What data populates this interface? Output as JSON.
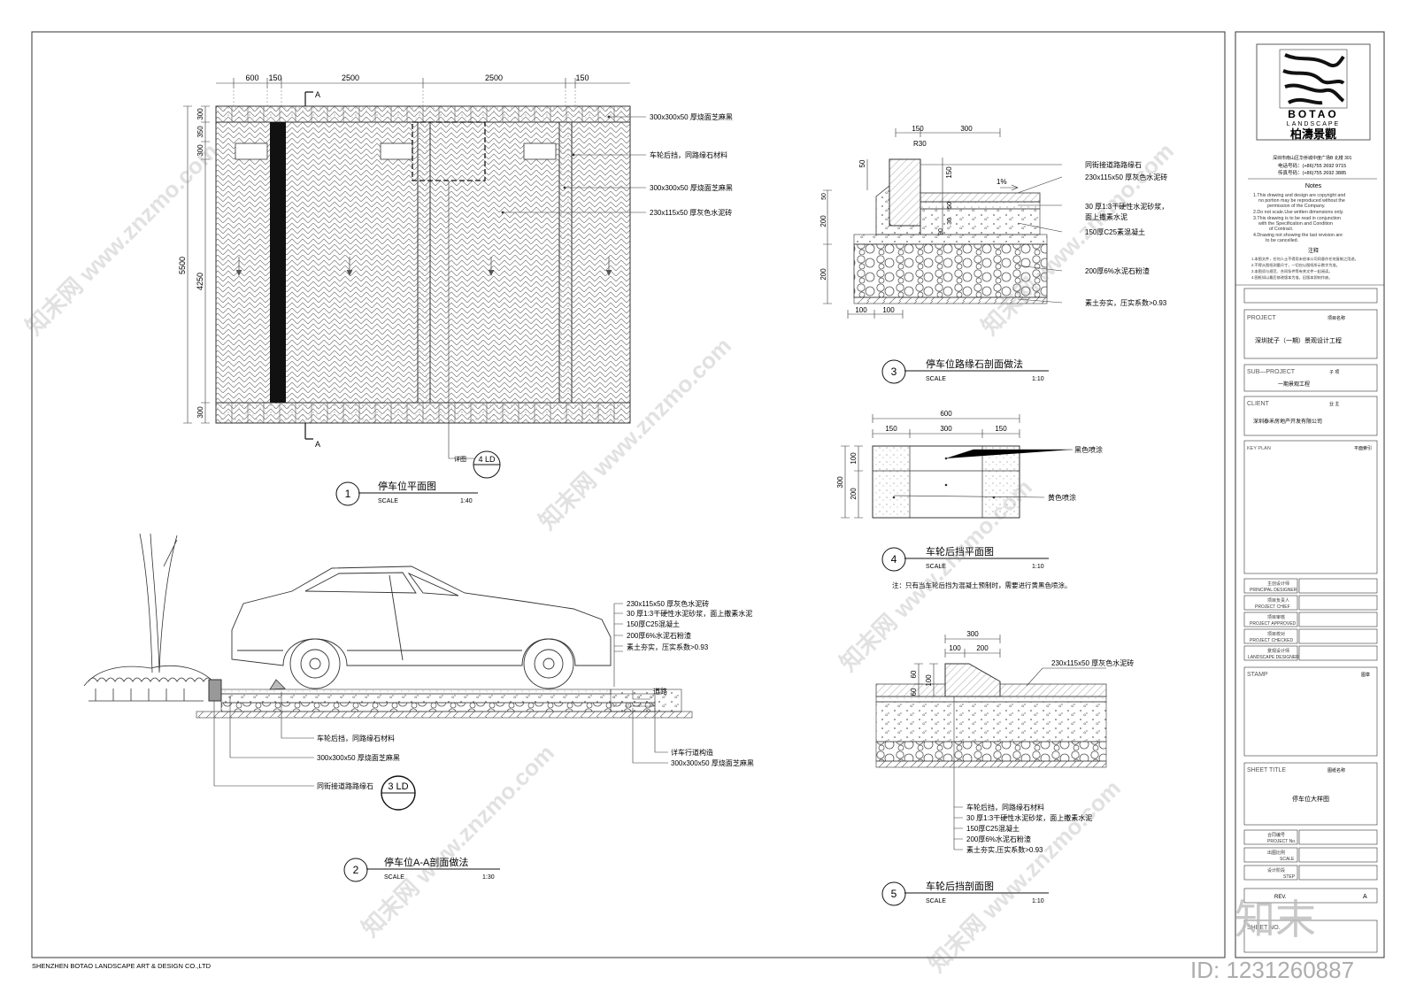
{
  "footer_company": "SHENZHEN BOTAO LANDSCAPE  ART & DESIGN CO.,LTD",
  "watermark": {
    "logo_text": "知末",
    "id": "ID: 1231260887",
    "repeated_text": "知末网 www.znzmo.com"
  },
  "detail1": {
    "number": "1",
    "title": "停车位平面图",
    "scale_label": "SCALE",
    "scale_value": "1:40",
    "dims_top": [
      "600",
      "150",
      "2500",
      "2500",
      "150"
    ],
    "dims_left": [
      "300",
      "350",
      "300",
      "5500",
      "4250",
      "300"
    ],
    "section_mark": "A",
    "callouts": [
      "300x300x50 厚烧面芝麻黑",
      "车轮后挡，同路缘石材料",
      "300x300x50 厚烧面芝麻黑",
      "230x115x50 厚灰色水泥砖"
    ],
    "ref_label": "详图",
    "ref_tag": "4 LD"
  },
  "detail2": {
    "number": "2",
    "title": "停车位A-A剖面做法",
    "scale_label": "SCALE",
    "scale_value": "1:30",
    "layers": [
      "230x115x50 厚灰色水泥砖",
      "30 厚1:3干硬性水泥砂浆，面上撒素水泥",
      "150厚C25混凝土",
      "200厚6%水泥石粉渣",
      "素土夯实，压实系数>0.93"
    ],
    "road_label": "道路",
    "callouts": [
      "车轮后挡，同路缘石材料",
      "300x300x50 厚烧面芝麻黑",
      "同街接道路路缘石",
      "详车行道构造",
      "300x300x50 厚烧面芝麻黑"
    ],
    "ref_tag": "3 LD"
  },
  "detail3": {
    "number": "3",
    "title": "停车位路缘石剖面做法",
    "scale_label": "SCALE",
    "scale_value": "1:10",
    "dims": [
      "150",
      "300",
      "R30",
      "50",
      "150",
      "50",
      "1%",
      "200",
      "50",
      "30",
      "90",
      "200",
      "100",
      "100"
    ],
    "labels": [
      "同街接道路路缘石",
      "230x115x50 厚灰色水泥砖",
      "30 厚1:3干硬性水泥砂浆，",
      "面上撒素水泥",
      "150厚C25素混凝土",
      "200厚6%水泥石粉渣",
      "素土夯实，压实系数>0.93"
    ]
  },
  "detail4": {
    "number": "4",
    "title": "车轮后挡平面图",
    "scale_label": "SCALE",
    "scale_value": "1:10",
    "dims": [
      "600",
      "150",
      "300",
      "150",
      "300",
      "100",
      "200"
    ],
    "labels": [
      "黑色喷涂",
      "黄色喷涂"
    ],
    "note": "注：只有当车轮后挡为混凝土预制时，需要进行黄黑色喷涂。"
  },
  "detail5": {
    "number": "5",
    "title": "车轮后挡剖面图",
    "scale_label": "SCALE",
    "scale_value": "1:10",
    "dims": [
      "300",
      "100",
      "200",
      "60",
      "100",
      "60"
    ],
    "top_label": "230x115x50 厚灰色水泥砖",
    "labels": [
      "车轮后挡，同路缘石材料",
      "30 厚1:3干硬性水泥砂浆，面上撒素水泥",
      "150厚C25混凝土",
      "200厚6%水泥石粉渣",
      "素土夯实,压实系数>0.93"
    ]
  },
  "title_block": {
    "logo_brand": "BOTAO",
    "logo_sub": "LANDSCAPE",
    "logo_cn": "柏濤景觀",
    "address": "深圳市南山区华侨城中度广场B 北楼 301",
    "tel": "电话号码：(+86)755 2692 9715",
    "fax": "传真号码：(+86)755 2692 3885",
    "notes_title": "Notes",
    "notes_en": [
      "1.This drawing and design are copyright and",
      "no portion may be reproduced without the",
      "permission of the Company.",
      "2.Do not scale.Use written dimensions only.",
      "3.This drawing is to be read in conjunction",
      "with the Specification and Condition",
      "of Contract.",
      "4.Drawing not showing the last revision are",
      "to be cancelled."
    ],
    "notes_cn_title": "注释",
    "notes_cn": [
      "1.本图文件，任何人士不得用未经本公司同意作任何复制之用途。",
      "2.不得从图纸测量尺寸，一切应以图纸所示数字为准。",
      "3.本图须与规范、合同条件等有关文件一起阅读。",
      "4.图纸如以最后修改版本为准，旧版本即刻作废。"
    ],
    "project_label": "PROJECT",
    "project_cn_label": "项目名称",
    "project_value": "深圳扰子（一期）景观设计工程",
    "subproject_label": "SUB—PROJECT",
    "subproject_cn_label": "子 项",
    "subproject_value": "一期景观工程",
    "client_label": "CLIENT",
    "client_cn_label": "业 主",
    "client_value": "深圳泰禾房地产开发有限公司",
    "keyplan_label": "KEY PLAN",
    "keyplan_cn_label": "平面索引",
    "designers": [
      {
        "cn": "主创设计师",
        "en": "PRINCIPAL DESIGNER"
      },
      {
        "cn": "项目负责人",
        "en": "PROJECT CHIEF"
      },
      {
        "cn": "项目审核",
        "en": "PROJECT APPROVED"
      },
      {
        "cn": "项目校对",
        "en": "PROJECT CHECKED"
      },
      {
        "cn": "景观设计师",
        "en": "LANDSCAPE DESIGNER"
      }
    ],
    "stamp_label": "STAMP",
    "stamp_cn_label": "图章",
    "sheet_title_label": "SHEET TITLE",
    "sheet_title_cn_label": "图纸名称",
    "sheet_title_value": "停车位大样图",
    "meta": [
      {
        "cn": "合同编号",
        "en": "PROJECT No."
      },
      {
        "cn": "出图比例",
        "en": "SCALE"
      },
      {
        "cn": "设计阶段",
        "en": "STEP"
      }
    ],
    "revision_label": "REV.",
    "revision_value": "A",
    "sheet_no_label": "SHEET NO."
  }
}
